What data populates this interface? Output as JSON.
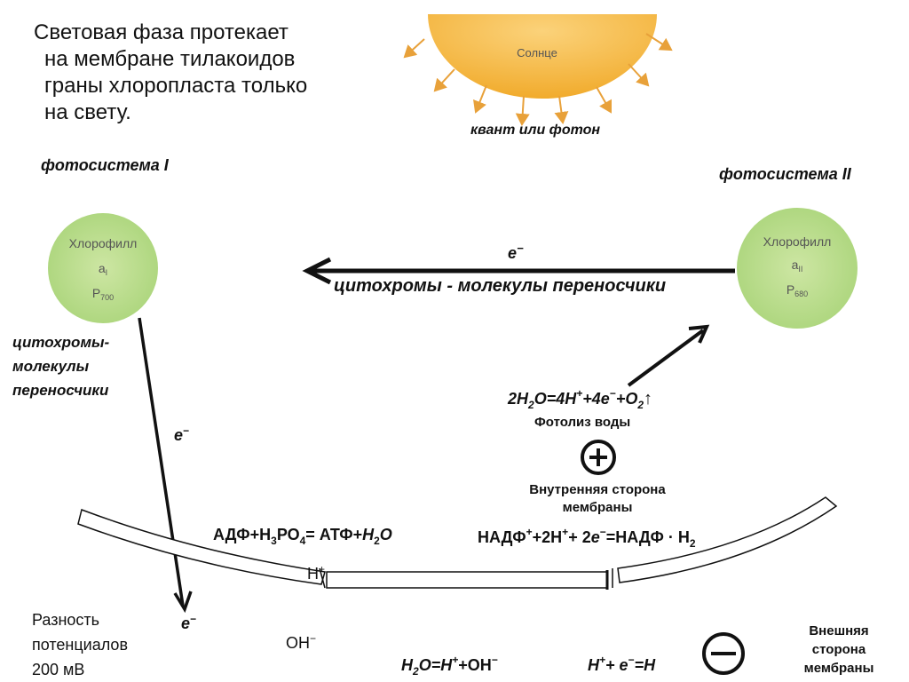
{
  "intro_lines": [
    "Световая фаза протекает",
    "на мембране тилакоидов",
    "граны хлоропласта только",
    "на свету."
  ],
  "sun": {
    "label": "Солнце",
    "caption": "квант или фотон"
  },
  "ps1": {
    "title": "фотосистема I",
    "line1": "Хлорофилл",
    "line2": "a",
    "line2_sub": "I",
    "line3": "P",
    "line3_sub": "700"
  },
  "ps2": {
    "title": "фотосистема II",
    "line1": "Хлорофилл",
    "line2": "a",
    "line2_sub": "II",
    "line3": "P",
    "line3_sub": "680"
  },
  "transfer": {
    "electron": "e",
    "electron_sup": "−",
    "label": "цитохромы - молекулы переносчики"
  },
  "left_carriers": [
    "цитохромы-",
    "молекулы",
    "переносчики"
  ],
  "electron_mid": {
    "base": "e",
    "sup": "−"
  },
  "electron_low": {
    "base": "e",
    "sup": "−"
  },
  "photolysis": {
    "equation_parts": [
      "2H",
      "2",
      "O=4H",
      "+",
      "+4",
      "e",
      "−",
      "+O",
      "2",
      "↑"
    ],
    "caption": "Фотолиз воды"
  },
  "inner_side": {
    "sign": "+",
    "line1": "Внутренняя сторона",
    "line2": "мембраны"
  },
  "atp_eq": {
    "a": "АДФ+Н",
    "a_sub": "3",
    "b": "РО",
    "b_sub": "4",
    "c": "= АТФ+",
    "d": "H",
    "d_sub": "2",
    "e": "O"
  },
  "nadph_eq": {
    "a": "НАДФ",
    "a_sup": "+",
    "b": "+2Н",
    "b_sup": "+",
    "c": "+ 2",
    "d": "e",
    "d_sup": "−",
    "e": "=НАДФ · Н",
    "e_sub": "2"
  },
  "h_ion": {
    "base": "H",
    "sup": "+"
  },
  "oh_ion": {
    "base": "OH",
    "sup": "−"
  },
  "potential": [
    "Разность",
    "потенциалов",
    "200 мВ"
  ],
  "water_eq": {
    "a": "H",
    "a_sub": "2",
    "b": "O=H",
    "b_sup": "+",
    "c": "+OH",
    "c_sup": "−"
  },
  "h_eq": {
    "a": "H",
    "a_sup": "+",
    "b": "+ ",
    "c": "e",
    "c_sup": "−",
    "d": "=H"
  },
  "outer_side": {
    "sign": "−",
    "line1": "Внешняя",
    "line2": "сторона",
    "line3": "мембраны"
  },
  "colors": {
    "sun": "#f5b93a",
    "ray": "#e8a13a",
    "chlorophyll": "#b9dc8a",
    "arrow": "#111111"
  }
}
